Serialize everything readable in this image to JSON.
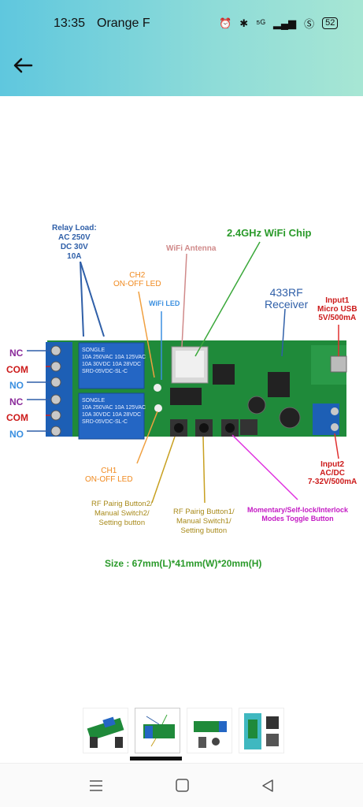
{
  "status": {
    "time": "13:35",
    "carrier": "Orange F",
    "signal": "⁵ᴳ",
    "battery": "52"
  },
  "diagram": {
    "relay_load": [
      "Relay Load:",
      "AC 250V",
      "DC 30V",
      "10A"
    ],
    "wifi_chip": "2.4GHz WiFi Chip",
    "wifi_antenna": "WiFi Antenna",
    "ch2_led": [
      "CH2",
      "ON-OFF LED"
    ],
    "wifi_led": "WiFi LED",
    "rf_receiver": [
      "433RF",
      "Receiver"
    ],
    "input1": [
      "Input1",
      "Micro USB",
      "5V/500mA"
    ],
    "terminals": [
      "NC",
      "COM",
      "NO",
      "NC",
      "COM",
      "NO"
    ],
    "ch1_led": [
      "CH1",
      "ON-OFF LED"
    ],
    "input2": [
      "Input2",
      "AC/DC",
      "7-32V/500mA"
    ],
    "btn2": [
      "RF Pairig Button2/",
      "Manual Switch2/",
      "Setting button"
    ],
    "btn1": [
      "RF Pairig Button1/",
      "Manual Switch1/",
      "Setting button"
    ],
    "mode_btn": [
      "Momentary/Self-lock/Interlock",
      "Modes Toggle Button"
    ],
    "size": "Size : 67mm(L)*41mm(W)*20mm(H)",
    "relay_text": [
      "SONGLE",
      "10A 250VAC 10A 125VAC",
      "10A 30VDC 10A 28VDC",
      "SRD-05VDC-SL-C"
    ]
  },
  "colors": {
    "header_start": "#5fc7de",
    "header_end": "#a7e6d4",
    "pcb": "#1f8a3a",
    "terminal": "#1d5fb5",
    "relay": "#2466c4"
  }
}
